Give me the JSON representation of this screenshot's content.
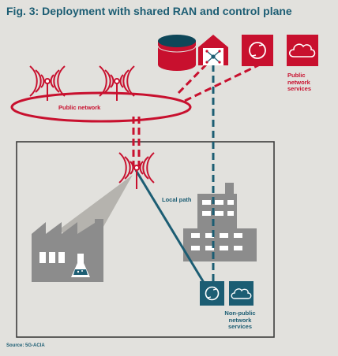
{
  "figure": {
    "title": "Fig. 3: Deployment with shared RAN and control plane",
    "source": "Source: 5G-ACIA"
  },
  "labels": {
    "public_network": "Public network",
    "local_path": "Local path",
    "public_services": [
      "Public",
      "network",
      "services"
    ],
    "nonpublic_services": [
      "Non-public",
      "network",
      "services"
    ]
  },
  "icons": {
    "antenna_left": "antenna-icon",
    "antenna_right": "antenna-icon",
    "antenna_local": "antenna-icon",
    "database": "database-icon",
    "core": "core-network-icon",
    "router_public": "router-icon",
    "cloud_public": "cloud-icon",
    "router_local": "router-icon",
    "cloud_local": "cloud-icon",
    "factory": "factory-icon",
    "office": "office-building-icon"
  },
  "colors": {
    "background": "#e2e1dd",
    "public": "#c8102e",
    "private": "#1c5d73",
    "gray": "#8c8c8c"
  }
}
